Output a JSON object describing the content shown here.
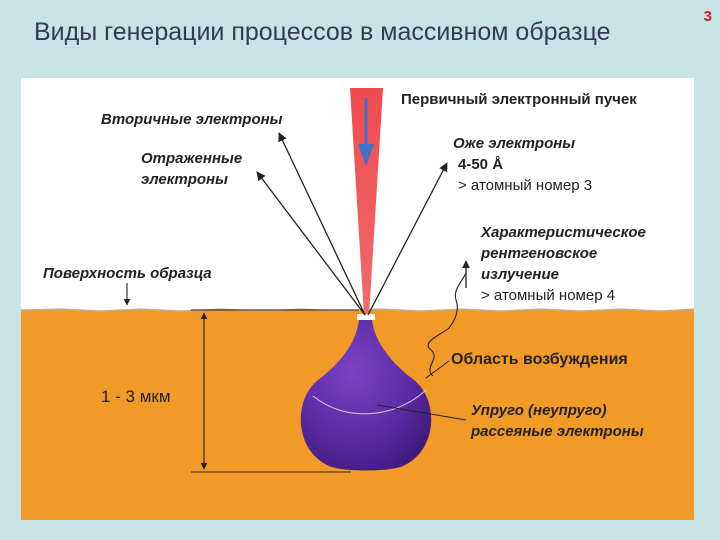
{
  "slide": {
    "title": "Виды генерации процессов в массивном образце",
    "page_number": "3"
  },
  "diagram": {
    "primary_beam": "Первичный электронный пучек",
    "secondary_electrons": "Вторичные электроны",
    "reflected_electrons_line1": "Отраженные",
    "reflected_electrons_line2": "электроны",
    "auger_electrons": "Оже электроны",
    "auger_depth": "4-50 Å",
    "auger_atomic": "> атомный номер  3",
    "xray_line1": "Характеристическое",
    "xray_line2": "рентгеновское",
    "xray_line3": "излучение",
    "xray_atomic": "> атомный номер  4",
    "sample_surface": "Поверхность образца",
    "depth": "1 - 3 мкм",
    "excitation_region": "Область возбуждения",
    "scattered_line1": "Упруго (неупруго)",
    "scattered_line2": "рассеяные электроны",
    "colors": {
      "sample": "#f29a27",
      "beam": "#f04b4e",
      "interaction_volume": "#5b2aa2",
      "beam_arrow": "#3d72c9",
      "title": "#333a55",
      "page_number": "#cc1e1e"
    }
  }
}
